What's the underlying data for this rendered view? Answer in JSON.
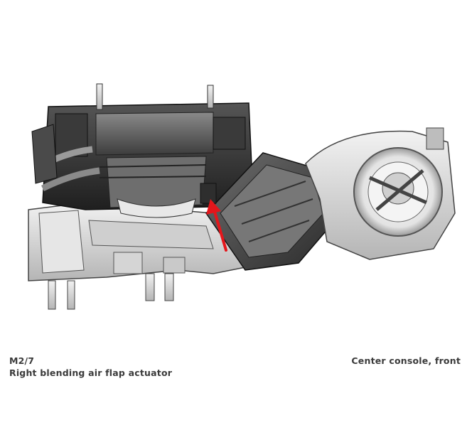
{
  "caption": {
    "component_code": "M2/7",
    "component_name": "Right blending air flap actuator",
    "location": "Center console, front"
  },
  "colors": {
    "pointer_arrow": "#e4161b",
    "housing_dark": "#2b2b2b",
    "housing_light": "#d9d9d9"
  },
  "figure": {
    "subject": "HVAC housing unit with blower motor",
    "pointer": "red-arrow"
  }
}
